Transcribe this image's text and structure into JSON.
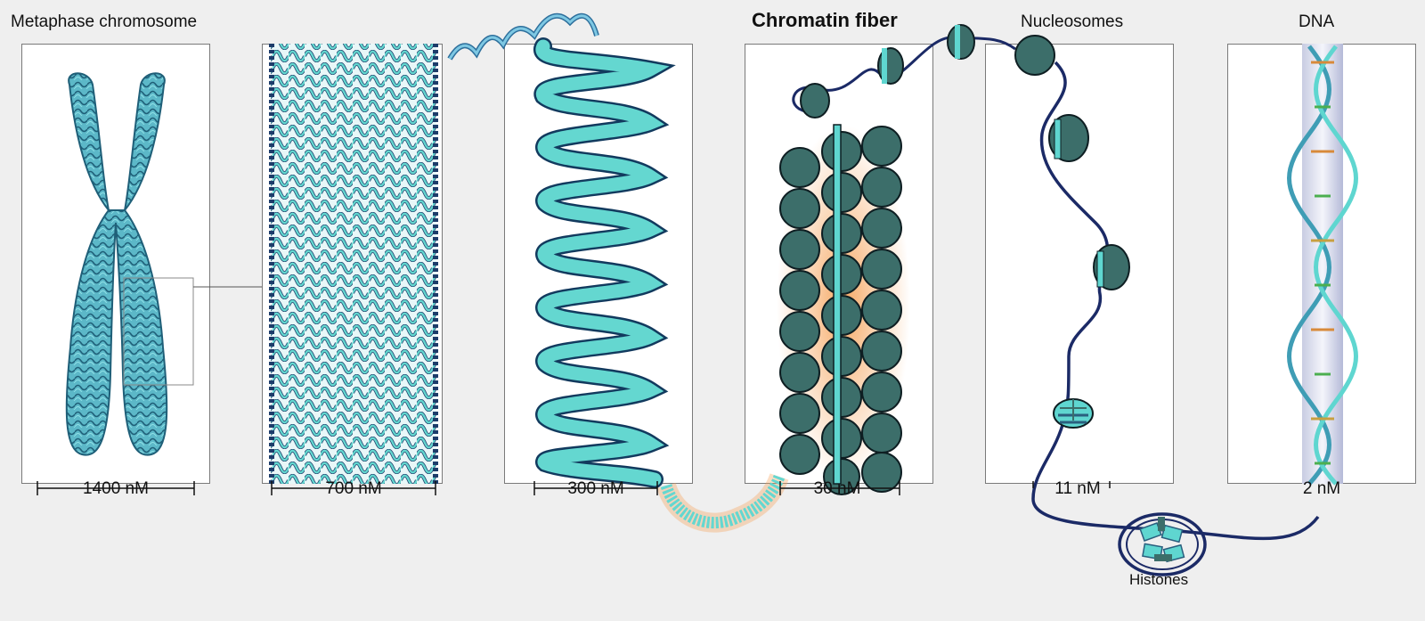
{
  "titles": {
    "metaphase": "Metaphase chromosome",
    "chromatin": "Chromatin fiber",
    "nucleosomes": "Nucleosomes",
    "dna": "DNA"
  },
  "scales": [
    "1400 nM",
    "700 nM",
    "300 nM",
    "30 nM",
    "11 nM",
    "2 nM"
  ],
  "histones_label": "Histones",
  "colors": {
    "background": "#efefef",
    "chromatin_teal": "#5fd6d0",
    "chromosome_blue": "#3f9db5",
    "nucleosome_dark": "#3c6e6a",
    "dna_strand": "#1b2a66",
    "glow": "#f5a055"
  }
}
